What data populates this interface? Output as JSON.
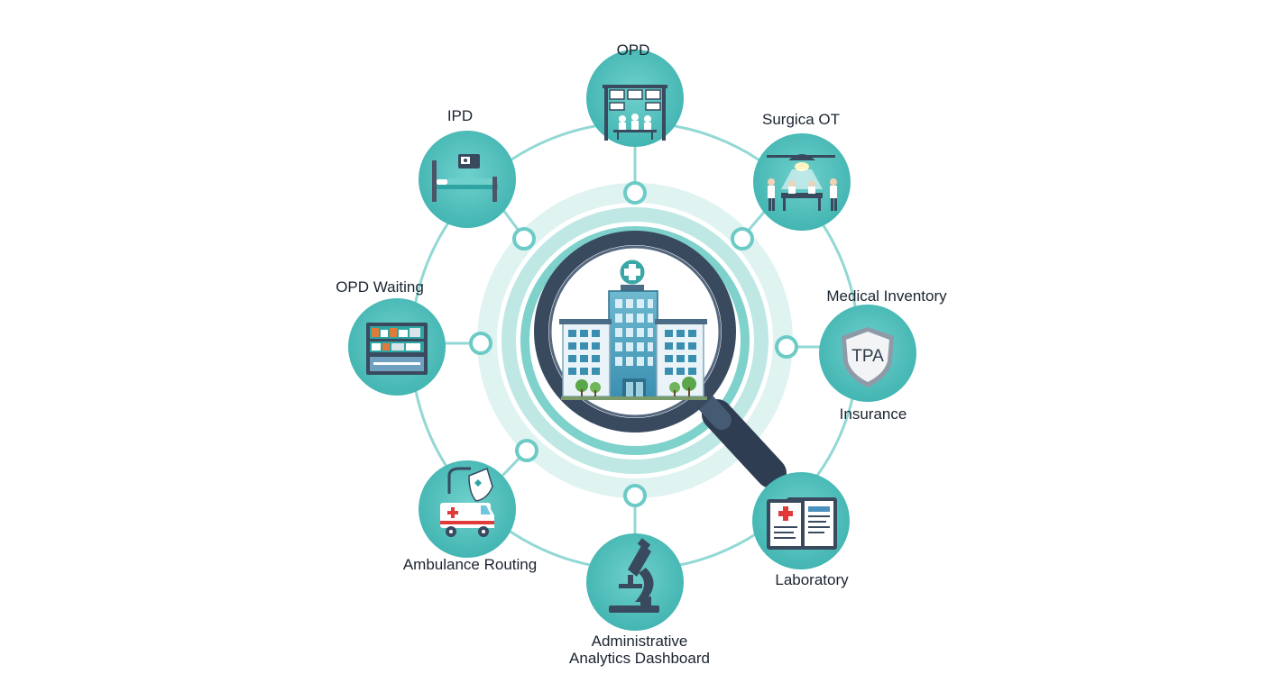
{
  "nodes": {
    "opd": {
      "label": "OPD",
      "icon": "clinic-waiting-room-icon"
    },
    "surgical_ot": {
      "label": "Surgica OT",
      "icon": "operating-theater-icon"
    },
    "medical_inventory": {
      "label": "Medical Inventory",
      "icon": "tpa-shield-icon",
      "badge": "TPA"
    },
    "insurance": {
      "label": "Insurance"
    },
    "laboratory": {
      "label": "Laboratory",
      "icon": "medical-report-icon"
    },
    "admin_dashboard": {
      "label_line1": "Administrative",
      "label_line2": "Analytics Dashboard",
      "icon": "microscope-icon"
    },
    "ambulance_routing": {
      "label": "Ambulance Routing",
      "icon": "ambulance-icon"
    },
    "opd_waiting": {
      "label": "OPD Waiting",
      "icon": "storage-shelf-icon"
    },
    "ipd": {
      "label": "IPD",
      "icon": "hospital-bed-icon"
    }
  },
  "center": {
    "icon": "hospital-search-icon"
  },
  "colors": {
    "teal": "#4dbfbb",
    "teal_dark": "#2fa5a3",
    "ring": "#8fd6d2",
    "ring_soft": "#d5f0ee",
    "navy": "#394a5f",
    "red": "#e03a3a"
  }
}
